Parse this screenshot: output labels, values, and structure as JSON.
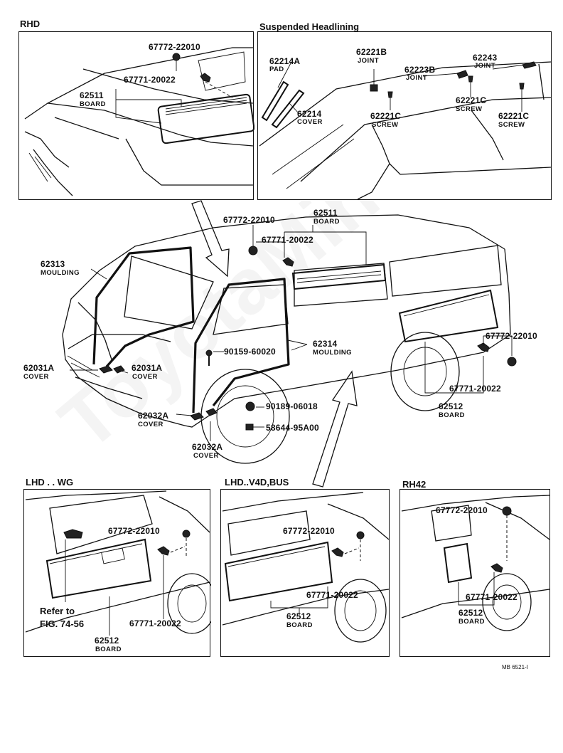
{
  "watermark": "ToyotaMiner",
  "page_code": "MB 6521-I",
  "panels": {
    "rhd": {
      "title": "RHD",
      "labels": {
        "clip_top": "67772-22010",
        "clip_mid": "67771-20022",
        "board_pn": "62511",
        "board_desc": "BOARD"
      }
    },
    "headlining": {
      "title": "Suspended Headlining",
      "labels": {
        "pad_pn": "62214A",
        "pad_desc": "PAD",
        "cover_pn": "62214",
        "cover_desc": "COVER",
        "joint_b_pn": "62221B",
        "joint_b_desc": "JOINT",
        "joint_223_pn": "62223B",
        "joint_223_desc": "JOINT",
        "joint_243_pn": "62243",
        "joint_243_desc": "JOINT",
        "screw1_pn": "62221C",
        "screw1_desc": "SCREW",
        "screw2_pn": "62221C",
        "screw2_desc": "SCREW",
        "screw3_pn": "62221C",
        "screw3_desc": "SCREW"
      }
    },
    "main": {
      "labels": {
        "clip_top": "67772-22010",
        "board_pn": "62511",
        "board_desc": "BOARD",
        "clip_mid": "67771-20022",
        "moulding_pn": "62313",
        "moulding_desc": "MOULDING",
        "screw_a": "90159-60020",
        "moulding2_pn": "62314",
        "moulding2_desc": "MOULDING",
        "clip_right": "67772-22010",
        "cover_left_pn": "62031A",
        "cover_left_desc": "COVER",
        "cover_center_pn": "62031A",
        "cover_center_desc": "COVER",
        "clip_right2": "67771-20022",
        "board_right_pn": "62512",
        "board_right_desc": "BOARD",
        "cover_low_pn": "62032A",
        "cover_low_desc": "COVER",
        "screw_b": "90189-06018",
        "grommet": "58644-95A00",
        "cover_bottom_pn": "62032A",
        "cover_bottom_desc": "COVER"
      }
    },
    "lhd_wg": {
      "title": "LHD . . WG",
      "labels": {
        "clip_top": "67772-22010",
        "refer": "Refer to",
        "fig": "FIG. 74-56",
        "clip_low": "67771-20022",
        "board_pn": "62512",
        "board_desc": "BOARD"
      }
    },
    "lhd_v4d": {
      "title": "LHD..V4D,BUS",
      "labels": {
        "clip_top": "67772-22010",
        "clip_low": "67771-20022",
        "board_pn": "62512",
        "board_desc": "BOARD"
      }
    },
    "rh42": {
      "title": "RH42",
      "labels": {
        "clip_top": "67772-22010",
        "clip_low": "67771-20022",
        "board_pn": "62512",
        "board_desc": "BOARD"
      }
    }
  }
}
